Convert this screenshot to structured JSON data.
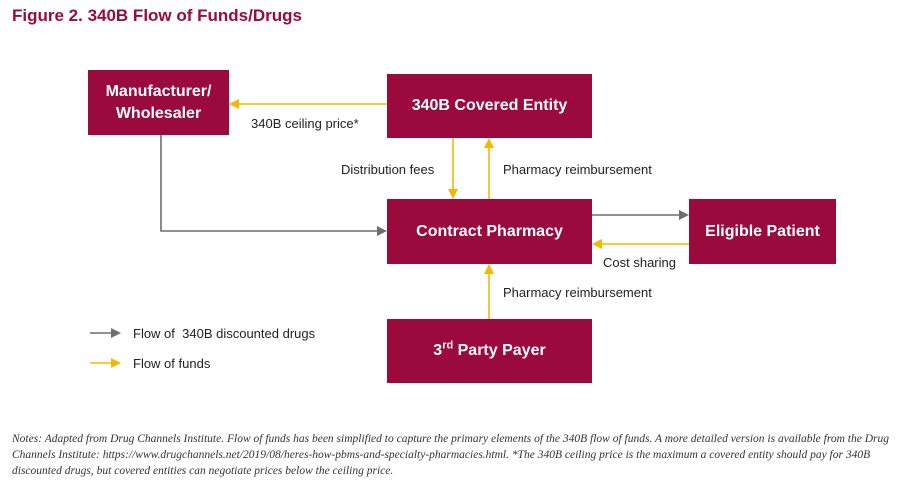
{
  "title": "Figure 2. 340B Flow of Funds/Drugs",
  "colors": {
    "accent": "#9b0a3c",
    "drug_flow": "#6e6e6e",
    "funds_flow": "#f5b800"
  },
  "nodes": {
    "manufacturer": "Manufacturer/ Wholesaler",
    "covered_entity": "340B Covered Entity",
    "contract_pharmacy": "Contract Pharmacy",
    "eligible_patient": "Eligible Patient",
    "third_party_payer_prefix": "3",
    "third_party_payer_sup": "rd",
    "third_party_payer_rest": " Party Payer"
  },
  "edge_labels": {
    "ceiling_price": "340B ceiling price*",
    "distribution_fees": "Distribution fees",
    "pharmacy_reimbursement_top": "Pharmacy reimbursement",
    "cost_sharing": "Cost sharing",
    "pharmacy_reimbursement_bottom": "Pharmacy reimbursement"
  },
  "legend": {
    "drugs": "Flow of  340B discounted drugs",
    "funds": "Flow of funds"
  },
  "notes": "Notes: Adapted from Drug Channels Institute. Flow of funds has been simplified to capture the primary elements of the 340B flow of funds. A more detailed version is available from the Drug Channels Institute: https://www.drugchannels.net/2019/08/heres-how-pbms-and-specialty-pharmacies.html. *The 340B ceiling price is the maximum a covered entity should pay for 340B discounted drugs, but covered entities can negotiate prices below the ceiling price."
}
